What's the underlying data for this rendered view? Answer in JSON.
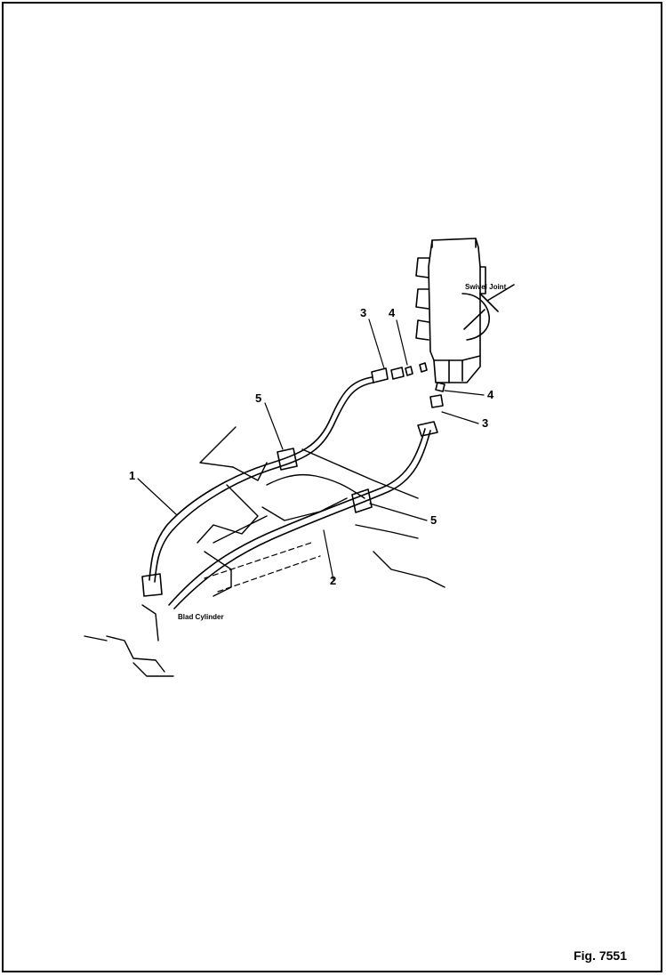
{
  "diagram": {
    "figure_caption": "Fig. 7551",
    "labels": {
      "swivel_joint": "Swivel  Joint",
      "blade_cylinder": "Blad  Cylinder"
    },
    "callouts": {
      "hose_1": "1",
      "hose_2": "2",
      "fitting_3_top": "3",
      "fitting_3_right": "3",
      "oring_4_top": "4",
      "oring_4_right": "4",
      "clamp_5_top": "5",
      "clamp_5_right": "5"
    },
    "colors": {
      "line": "#000000",
      "background": "#ffffff"
    }
  }
}
